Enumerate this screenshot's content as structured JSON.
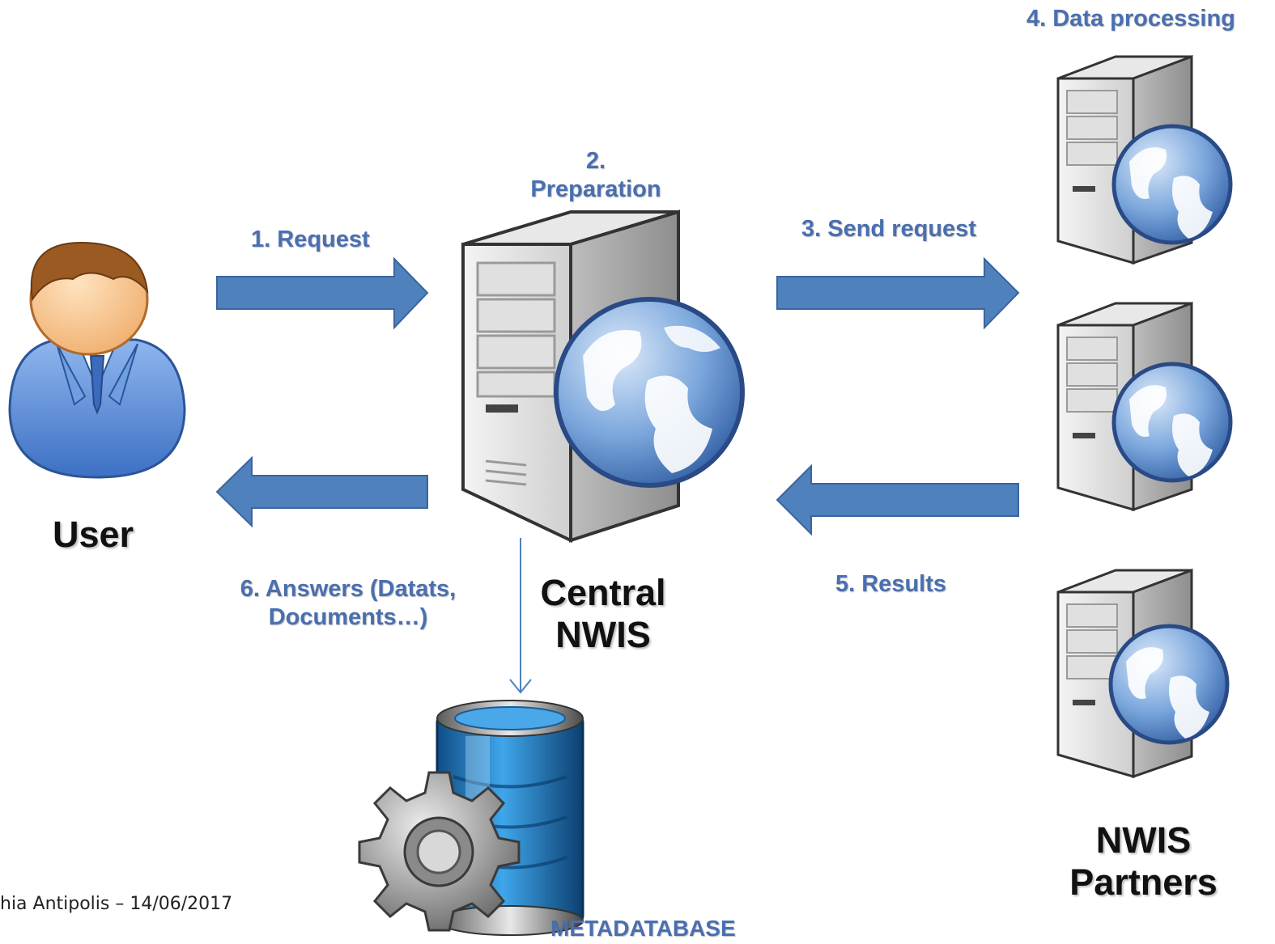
{
  "labels": {
    "user": "User",
    "central_nwis_line1": "Central",
    "central_nwis_line2": "NWIS",
    "partners_line1": "NWIS",
    "partners_line2": "Partners",
    "metadatabase": "METADATABASE"
  },
  "steps": {
    "request": "1. Request",
    "preparation_line1": "2.",
    "preparation_line2": "Preparation",
    "send_request": "3. Send request",
    "data_processing": "4. Data processing",
    "results": "5. Results",
    "answers_line1": "6. Answers (Datats,",
    "answers_line2": "Documents…)"
  },
  "footer": "hia Antipolis – 14/06/2017",
  "colors": {
    "arrow": "#4f81bd",
    "label": "#4a6fb0",
    "server": "#d0d0d0",
    "globe": "#3f6fb0",
    "user_shirt": "#4f86d4",
    "database": "#2b8ad0"
  },
  "icons": [
    "user-icon",
    "server-globe-icon",
    "database-gear-icon"
  ]
}
